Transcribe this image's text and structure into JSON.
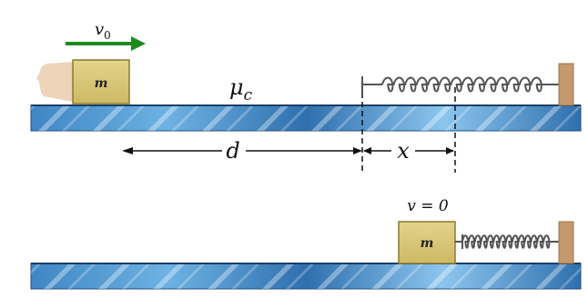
{
  "diagram": {
    "top_block_label": "m",
    "bottom_block_label": "m",
    "velocity_label_base": "v",
    "velocity_label_sub": "0",
    "friction_label_base": "μ",
    "friction_label_sub": "c",
    "distance_label": "d",
    "compression_label": "x",
    "final_velocity_label": "v = 0",
    "colors": {
      "block_fill": "#d8c67a",
      "block_stroke": "#8a7a30",
      "arrow_green": "#1e8a1e",
      "wall": "#c49a6c",
      "spring": "#555555",
      "floor_dark": "#2f6fae",
      "floor_light": "#a8d4f0"
    }
  }
}
